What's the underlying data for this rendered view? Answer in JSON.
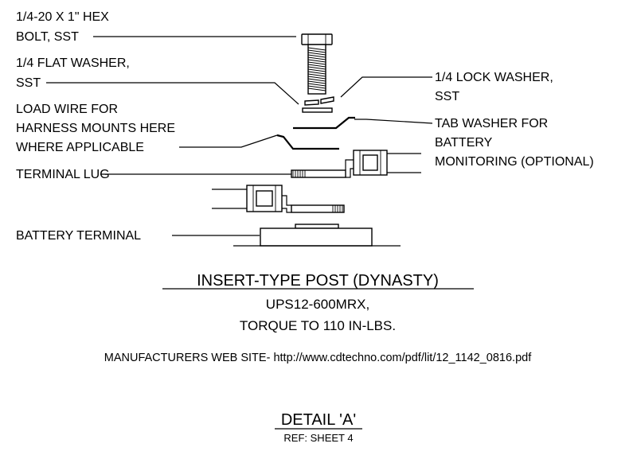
{
  "labels": {
    "bolt_line1": "1/4-20 X 1\" HEX",
    "bolt_line2": "BOLT, SST",
    "flat_washer_line1": "1/4 FLAT WASHER,",
    "flat_washer_line2": "SST",
    "load_wire_line1": "LOAD WIRE FOR",
    "load_wire_line2": "HARNESS MOUNTS HERE",
    "load_wire_line3": "WHERE APPLICABLE",
    "terminal_lug": "TERMINAL LUG",
    "battery_terminal": "BATTERY TERMINAL",
    "lock_washer_line1": "1/4 LOCK WASHER,",
    "lock_washer_line2": "SST",
    "tab_washer_line1": "TAB WASHER FOR",
    "tab_washer_line2": "BATTERY",
    "tab_washer_line3": "MONITORING (OPTIONAL)"
  },
  "caption": {
    "title": "INSERT-TYPE POST (DYNASTY)",
    "model": "UPS12-600MRX,",
    "torque": "TORQUE TO 110 IN-LBS.",
    "website": "MANUFACTURERS WEB SITE- http://www.cdtechno.com/pdf/lit/12_1142_0816.pdf"
  },
  "detail": {
    "title": "DETAIL 'A'",
    "ref": "REF: SHEET 4"
  }
}
